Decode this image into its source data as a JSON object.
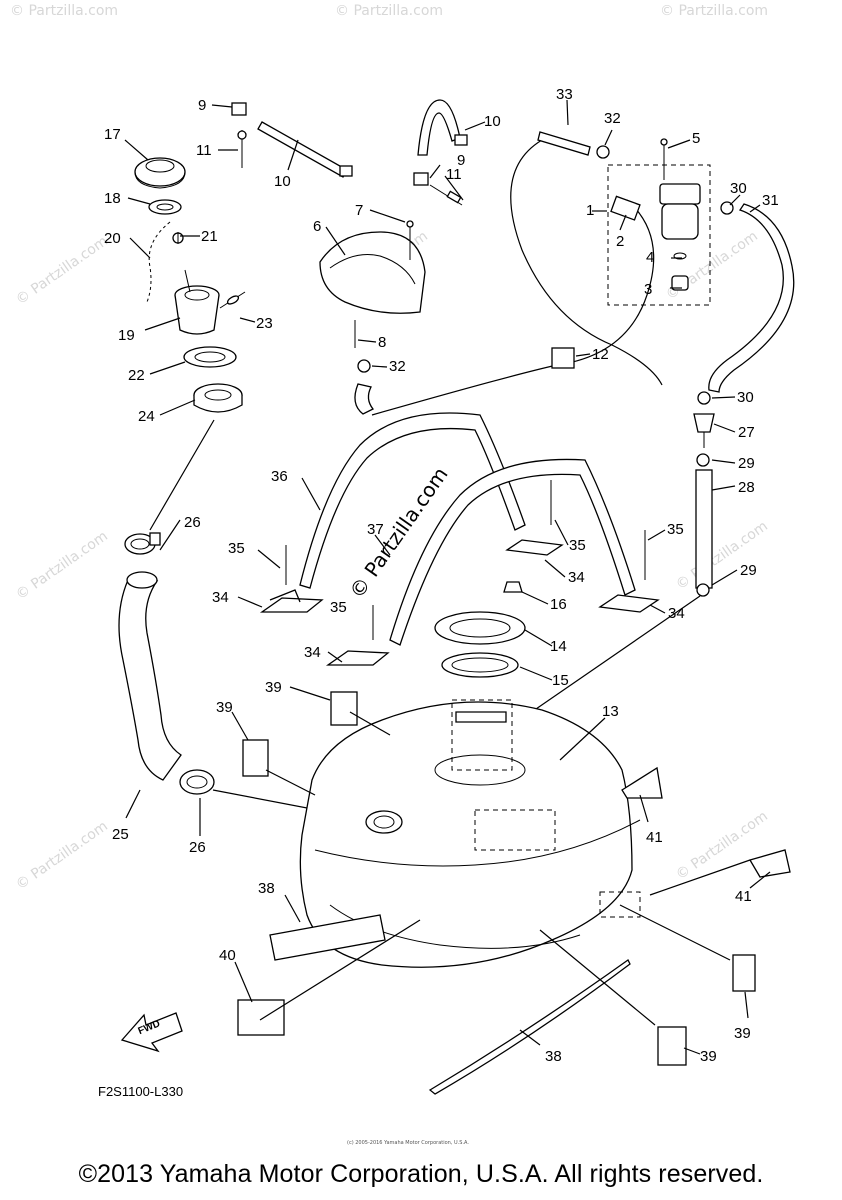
{
  "diagram": {
    "figure_code": "F2S1100-L330",
    "fwd_label": "FWD",
    "watermark_main": "© Partzilla.com",
    "watermark_repeat": "© Partzilla.com",
    "tiny_notice": "(c) 2005-2016 Yamaha Motor Corporation, U.S.A.",
    "footer": "©2013 Yamaha Motor Corporation, U.S.A. All rights reserved.",
    "callouts": [
      {
        "id": "c1",
        "label": "1"
      },
      {
        "id": "c2",
        "label": "2"
      },
      {
        "id": "c3",
        "label": "3"
      },
      {
        "id": "c4",
        "label": "4"
      },
      {
        "id": "c5",
        "label": "5"
      },
      {
        "id": "c6",
        "label": "6"
      },
      {
        "id": "c7",
        "label": "7"
      },
      {
        "id": "c8",
        "label": "8"
      },
      {
        "id": "c9a",
        "label": "9"
      },
      {
        "id": "c9b",
        "label": "9"
      },
      {
        "id": "c10a",
        "label": "10"
      },
      {
        "id": "c10b",
        "label": "10"
      },
      {
        "id": "c11a",
        "label": "11"
      },
      {
        "id": "c11b",
        "label": "11"
      },
      {
        "id": "c12",
        "label": "12"
      },
      {
        "id": "c13",
        "label": "13"
      },
      {
        "id": "c14",
        "label": "14"
      },
      {
        "id": "c15",
        "label": "15"
      },
      {
        "id": "c16",
        "label": "16"
      },
      {
        "id": "c17",
        "label": "17"
      },
      {
        "id": "c18",
        "label": "18"
      },
      {
        "id": "c19",
        "label": "19"
      },
      {
        "id": "c20",
        "label": "20"
      },
      {
        "id": "c21",
        "label": "21"
      },
      {
        "id": "c22",
        "label": "22"
      },
      {
        "id": "c23",
        "label": "23"
      },
      {
        "id": "c24",
        "label": "24"
      },
      {
        "id": "c25",
        "label": "25"
      },
      {
        "id": "c26a",
        "label": "26"
      },
      {
        "id": "c26b",
        "label": "26"
      },
      {
        "id": "c27",
        "label": "27"
      },
      {
        "id": "c28",
        "label": "28"
      },
      {
        "id": "c29a",
        "label": "29"
      },
      {
        "id": "c29b",
        "label": "29"
      },
      {
        "id": "c30a",
        "label": "30"
      },
      {
        "id": "c30b",
        "label": "30"
      },
      {
        "id": "c31",
        "label": "31"
      },
      {
        "id": "c32a",
        "label": "32"
      },
      {
        "id": "c32b",
        "label": "32"
      },
      {
        "id": "c33",
        "label": "33"
      },
      {
        "id": "c34a",
        "label": "34"
      },
      {
        "id": "c34b",
        "label": "34"
      },
      {
        "id": "c34c",
        "label": "34"
      },
      {
        "id": "c34d",
        "label": "34"
      },
      {
        "id": "c35a",
        "label": "35"
      },
      {
        "id": "c35b",
        "label": "35"
      },
      {
        "id": "c35c",
        "label": "35"
      },
      {
        "id": "c35d",
        "label": "35"
      },
      {
        "id": "c36",
        "label": "36"
      },
      {
        "id": "c37",
        "label": "37"
      },
      {
        "id": "c38a",
        "label": "38"
      },
      {
        "id": "c38b",
        "label": "38"
      },
      {
        "id": "c39a",
        "label": "39"
      },
      {
        "id": "c39b",
        "label": "39"
      },
      {
        "id": "c39c",
        "label": "39"
      },
      {
        "id": "c39d",
        "label": "39"
      },
      {
        "id": "c40",
        "label": "40"
      },
      {
        "id": "c41a",
        "label": "41"
      },
      {
        "id": "c41b",
        "label": "41"
      }
    ]
  }
}
